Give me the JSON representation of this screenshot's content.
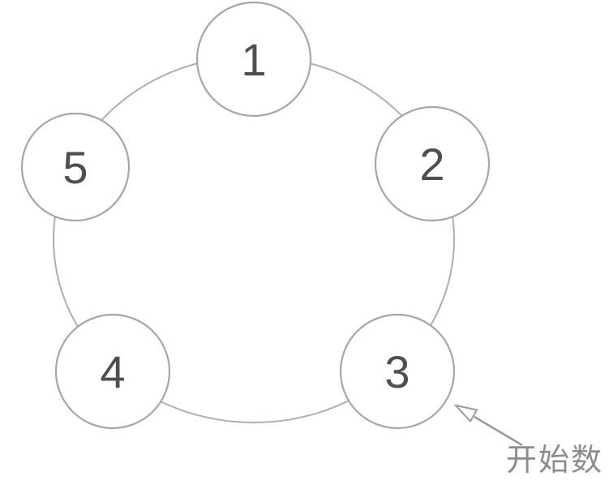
{
  "colors": {
    "ring_stroke": "#aeaeae",
    "node_stroke": "#a6a6a6",
    "digit": "#4f4f4f",
    "arrow": "#9a9a9a",
    "annotation_text": "#8c8c8c",
    "background": "#ffffff"
  },
  "diagram": {
    "type": "counting-circle",
    "nodes": [
      {
        "label": "1"
      },
      {
        "label": "2"
      },
      {
        "label": "3"
      },
      {
        "label": "4"
      },
      {
        "label": "5"
      }
    ],
    "annotation": {
      "label": "开始数",
      "points_to_node": "3"
    }
  }
}
